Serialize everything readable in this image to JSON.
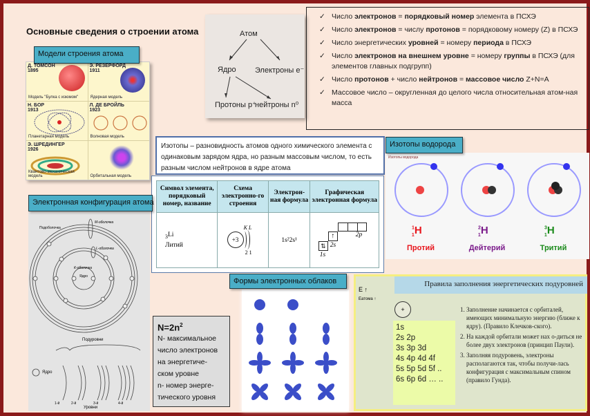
{
  "title": "Основные сведения  о строении атома",
  "models": {
    "header": "Модели строения атома",
    "cells": [
      {
        "name": "Д. ТОМСОН",
        "year": "1895",
        "caption": "Модель \"Булка с изюмом\""
      },
      {
        "name": "Э. РЕЗЕРФОРД",
        "year": "1911",
        "caption": "Ядерная модель"
      },
      {
        "name": "Н. БОР",
        "year": "1913",
        "caption": "Планетарная модель"
      },
      {
        "name": "Л. ДЕ БРОЙЛЬ",
        "year": "1923",
        "caption": "Волновая модель"
      },
      {
        "name": "Э. ШРЕДИНГЕР",
        "year": "1926",
        "caption": "Квантово-механическая модель"
      },
      {
        "name": "",
        "year": "",
        "caption": "Орбитальная модель"
      }
    ]
  },
  "atom_diagram": {
    "atom": "Атом",
    "nucleus": "Ядро",
    "electrons": "Электроны е⁻",
    "protons": "Протоны р⁺",
    "neutrons": "нейтроны n⁰"
  },
  "facts": [
    "Число <b>электронов</b> = <b>порядковый номер</b> элемента в ПСХЭ",
    "Число <b>электронов</b> = числу <b>протонов</b> = порядковому номеру (Z) в ПСХЭ",
    "Число энергетических <b>уровней</b> = номеру <b>периода</b> в ПСХЭ",
    "Число <b>электронов на внешнем уровне</b> = номеру <b>группы</b> в ПСХЭ (для элементов главных подгрупп)",
    "Число <b>протонов</b> + число <b>нейтронов</b> = <b>массовое число</b>  Z+N=A",
    "Массовое число – округленная до целого числа относительная атом-ная масса"
  ],
  "isotopes_def": "Изотопы – разновидность атомов одного химического элемента с одинаковым зарядом ядра, но разным массовым числом, то есть разным числом нейтронов в ядре атома",
  "table": {
    "headers": [
      "Символ элемента, порядковый номер, название",
      "Схема электронно-го строения",
      "Электрон-ная формула",
      "Графическая электронная формула"
    ],
    "row": {
      "number": "3",
      "symbol": "Li",
      "name": "Литий",
      "scheme_charge": "+3",
      "shells": "K L",
      "counts": "2 1",
      "formula": "1s²2s¹",
      "s1": "1s",
      "s2": "2s",
      "p2": "2p"
    }
  },
  "hydrogen": {
    "header": "Изотопы водорода",
    "caption": "Изотопы водорода",
    "isotopes": [
      {
        "mass": "1",
        "z": "1",
        "symbol": "H",
        "name": "Протий",
        "color": "#e8141b"
      },
      {
        "mass": "2",
        "z": "1",
        "symbol": "H",
        "name": "Дейтерий",
        "color": "#7a1a8a"
      },
      {
        "mass": "3",
        "z": "1",
        "symbol": "H",
        "name": "Тритий",
        "color": "#1a8a1a"
      }
    ]
  },
  "econf": {
    "header": "Электронная конфигурация атома",
    "subshell": "Подоболочка",
    "m": "М-оболочка",
    "l": "L-оболочка",
    "k": "К-оболочка",
    "core": "Ядро",
    "sublevels": "Подуровни",
    "levels": "Уровни",
    "nucleus": "Ядро",
    "level_labels": [
      "1-й",
      "2-й",
      "3-й",
      "4-й"
    ]
  },
  "nbox": {
    "formula": "N=2n",
    "exp": "2",
    "lines": [
      "N- максимальное",
      "число электронов",
      "на энергетиче-",
      "ском уровне",
      "n- номер энерге-",
      "тического уровня"
    ]
  },
  "clouds": {
    "header": "Формы электронных облаков"
  },
  "rules": {
    "header": "Правила заполнения энергетических подуровней",
    "axis": "E ↑",
    "axis2": "Eатома ↑",
    "sequence": [
      "1s",
      "2s 2p",
      "3s 3p 3d",
      "4s 4p 4d 4f",
      "5s 5p 5d 5f ..",
      "6s 6p 6d … .."
    ],
    "items": [
      "Заполнение начинается с орбиталей, имеющих минимальную энергию (ближе к ядру). (Правило Клечков-ского).",
      "На каждой орбитали может нах о-диться не более двух электронов (принцип Паули).",
      "Заполняя подуровень, электроны располагаются так, чтобы получи-лась конфигурация с максимальным спином (правило Гунда)."
    ]
  }
}
